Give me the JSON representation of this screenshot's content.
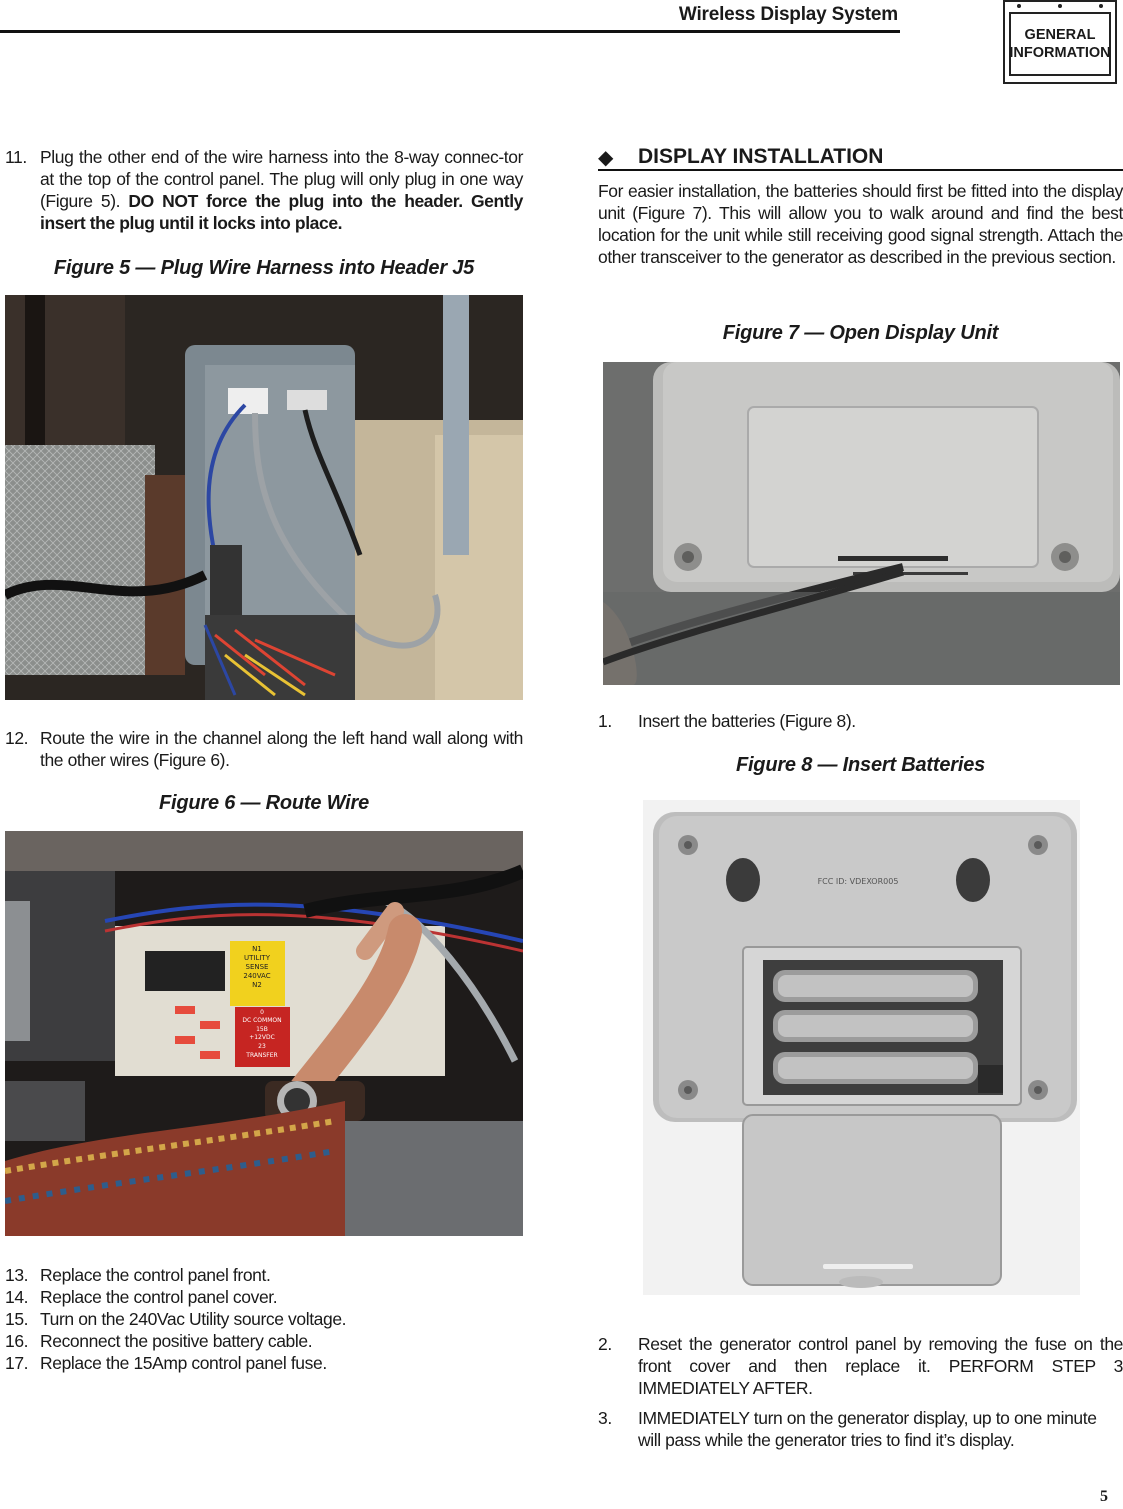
{
  "header": {
    "title": "Wireless Display System",
    "badge_line1": "GENERAL",
    "badge_line2": "INFORMATION"
  },
  "left": {
    "step11": {
      "num": "11.",
      "text": "Plug the other end of the wire harness into the 8-way connec-tor at the top of the control panel. The plug will only plug in one way (Figure 5). ",
      "bold": "DO NOT force the plug into the header. Gently insert the plug until it locks into place."
    },
    "fig5_caption": "Figure 5 — Plug Wire Harness into Header J5",
    "step12": {
      "num": "12.",
      "text": "Route the wire in the channel along the left hand wall along with the other wires (Figure 6)."
    },
    "fig6_caption": "Figure 6 — Route Wire",
    "steps": [
      {
        "num": "13.",
        "text": "Replace the control panel front."
      },
      {
        "num": "14.",
        "text": "Replace the control panel cover."
      },
      {
        "num": "15.",
        "text": "Turn on the 240Vac Utility source voltage."
      },
      {
        "num": "16.",
        "text": "Reconnect the positive battery cable."
      },
      {
        "num": "17.",
        "text": "Replace the 15Amp control panel fuse."
      }
    ]
  },
  "right": {
    "section_icon": "diamond-icon",
    "section_title": "DISPLAY INSTALLATION",
    "intro": "For easier installation, the batteries should first be fitted into the display unit (Figure 7). This will allow you to walk around and find the best location for the unit while still receiving good signal strength. Attach the other transceiver to the generator as described in the previous section.",
    "fig7_caption": "Figure 7 — Open Display Unit",
    "step1": {
      "num": "1.",
      "text": "Insert the batteries (Figure 8)."
    },
    "fig8_caption": "Figure 8 — Insert Batteries",
    "step2": {
      "num": "2.",
      "text": "Reset the generator control panel by removing the fuse on the front cover and then replace it. PERFORM STEP 3 IMMEDIATELY AFTER."
    },
    "step3": {
      "num": "3.",
      "text": "IMMEDIATELY turn on the generator display, up to one minute will pass while the generator tries to find it’s display."
    }
  },
  "photo_labels": {
    "fig6_sense": [
      "N1",
      "UTILITY",
      "SENSE",
      "240VAC",
      "N2"
    ],
    "fig6_dc": [
      "0",
      "DC COMMON",
      "15B",
      "+12VDC",
      "23",
      "TRANSFER"
    ],
    "fig8_fcc": "FCC ID: VDEXOR005"
  },
  "page_number": "5"
}
